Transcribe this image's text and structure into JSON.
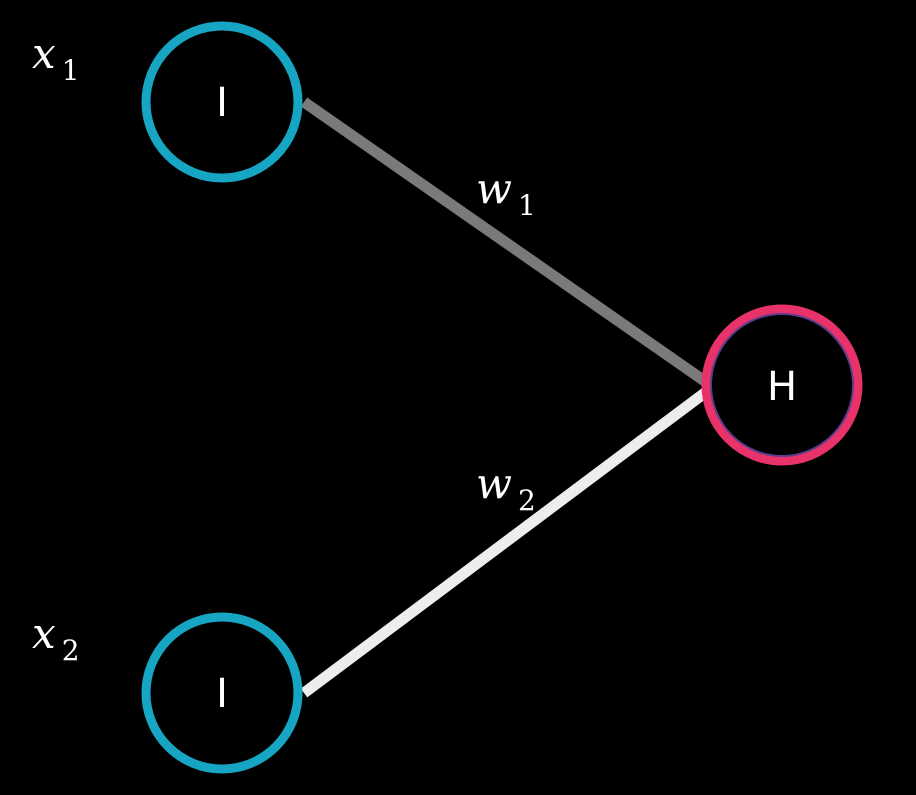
{
  "colors": {
    "background": "#000000",
    "input_ring": "#16a6c3",
    "hidden_ring": "#e8336a",
    "hidden_ring_inner": "#5b3d8a",
    "edge_w1": "#7a7a7a",
    "edge_w2": "#ededed",
    "text": "#ffffff"
  },
  "nodes": {
    "input_1": {
      "label": "I"
    },
    "input_2": {
      "label": "I"
    },
    "hidden": {
      "label": "H"
    }
  },
  "inputs": {
    "x1": {
      "base": "x",
      "sub": "1"
    },
    "x2": {
      "base": "x",
      "sub": "2"
    }
  },
  "weights": {
    "w1": {
      "base": "w",
      "sub": "1"
    },
    "w2": {
      "base": "w",
      "sub": "2"
    }
  }
}
